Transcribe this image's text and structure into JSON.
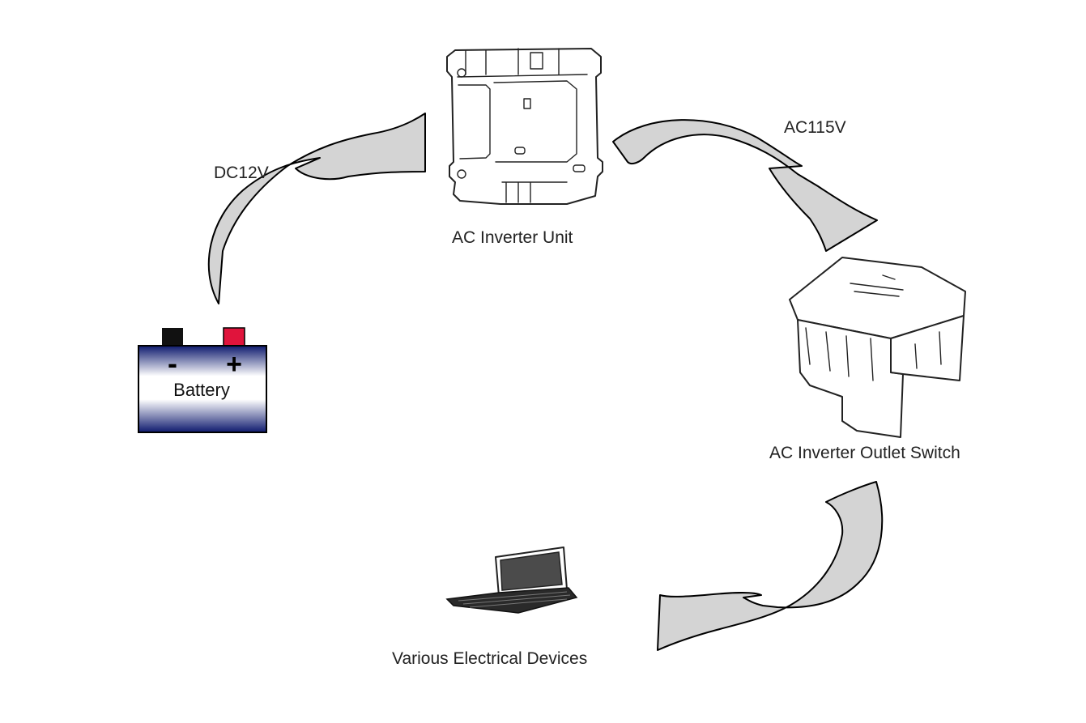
{
  "nodes": {
    "battery": {
      "label": "Battery",
      "minus": "-",
      "plus": "+"
    },
    "inverter_unit": {
      "label": "AC Inverter Unit"
    },
    "outlet_switch": {
      "label": "AC Inverter Outlet Switch"
    },
    "devices": {
      "label": "Various Electrical Devices"
    }
  },
  "edges": [
    {
      "from": "battery",
      "to": "inverter_unit",
      "label": "DC12V"
    },
    {
      "from": "inverter_unit",
      "to": "outlet_switch",
      "label": "AC115V"
    },
    {
      "from": "outlet_switch",
      "to": "devices",
      "label": ""
    }
  ],
  "colors": {
    "arrow_fill": "#d4d4d4",
    "battery_top": "#0e1a6e",
    "battery_mid": "#ffffff",
    "battery_bottom": "#0e1a6e",
    "terminal_negative": "#111111",
    "terminal_positive": "#e0143c"
  }
}
